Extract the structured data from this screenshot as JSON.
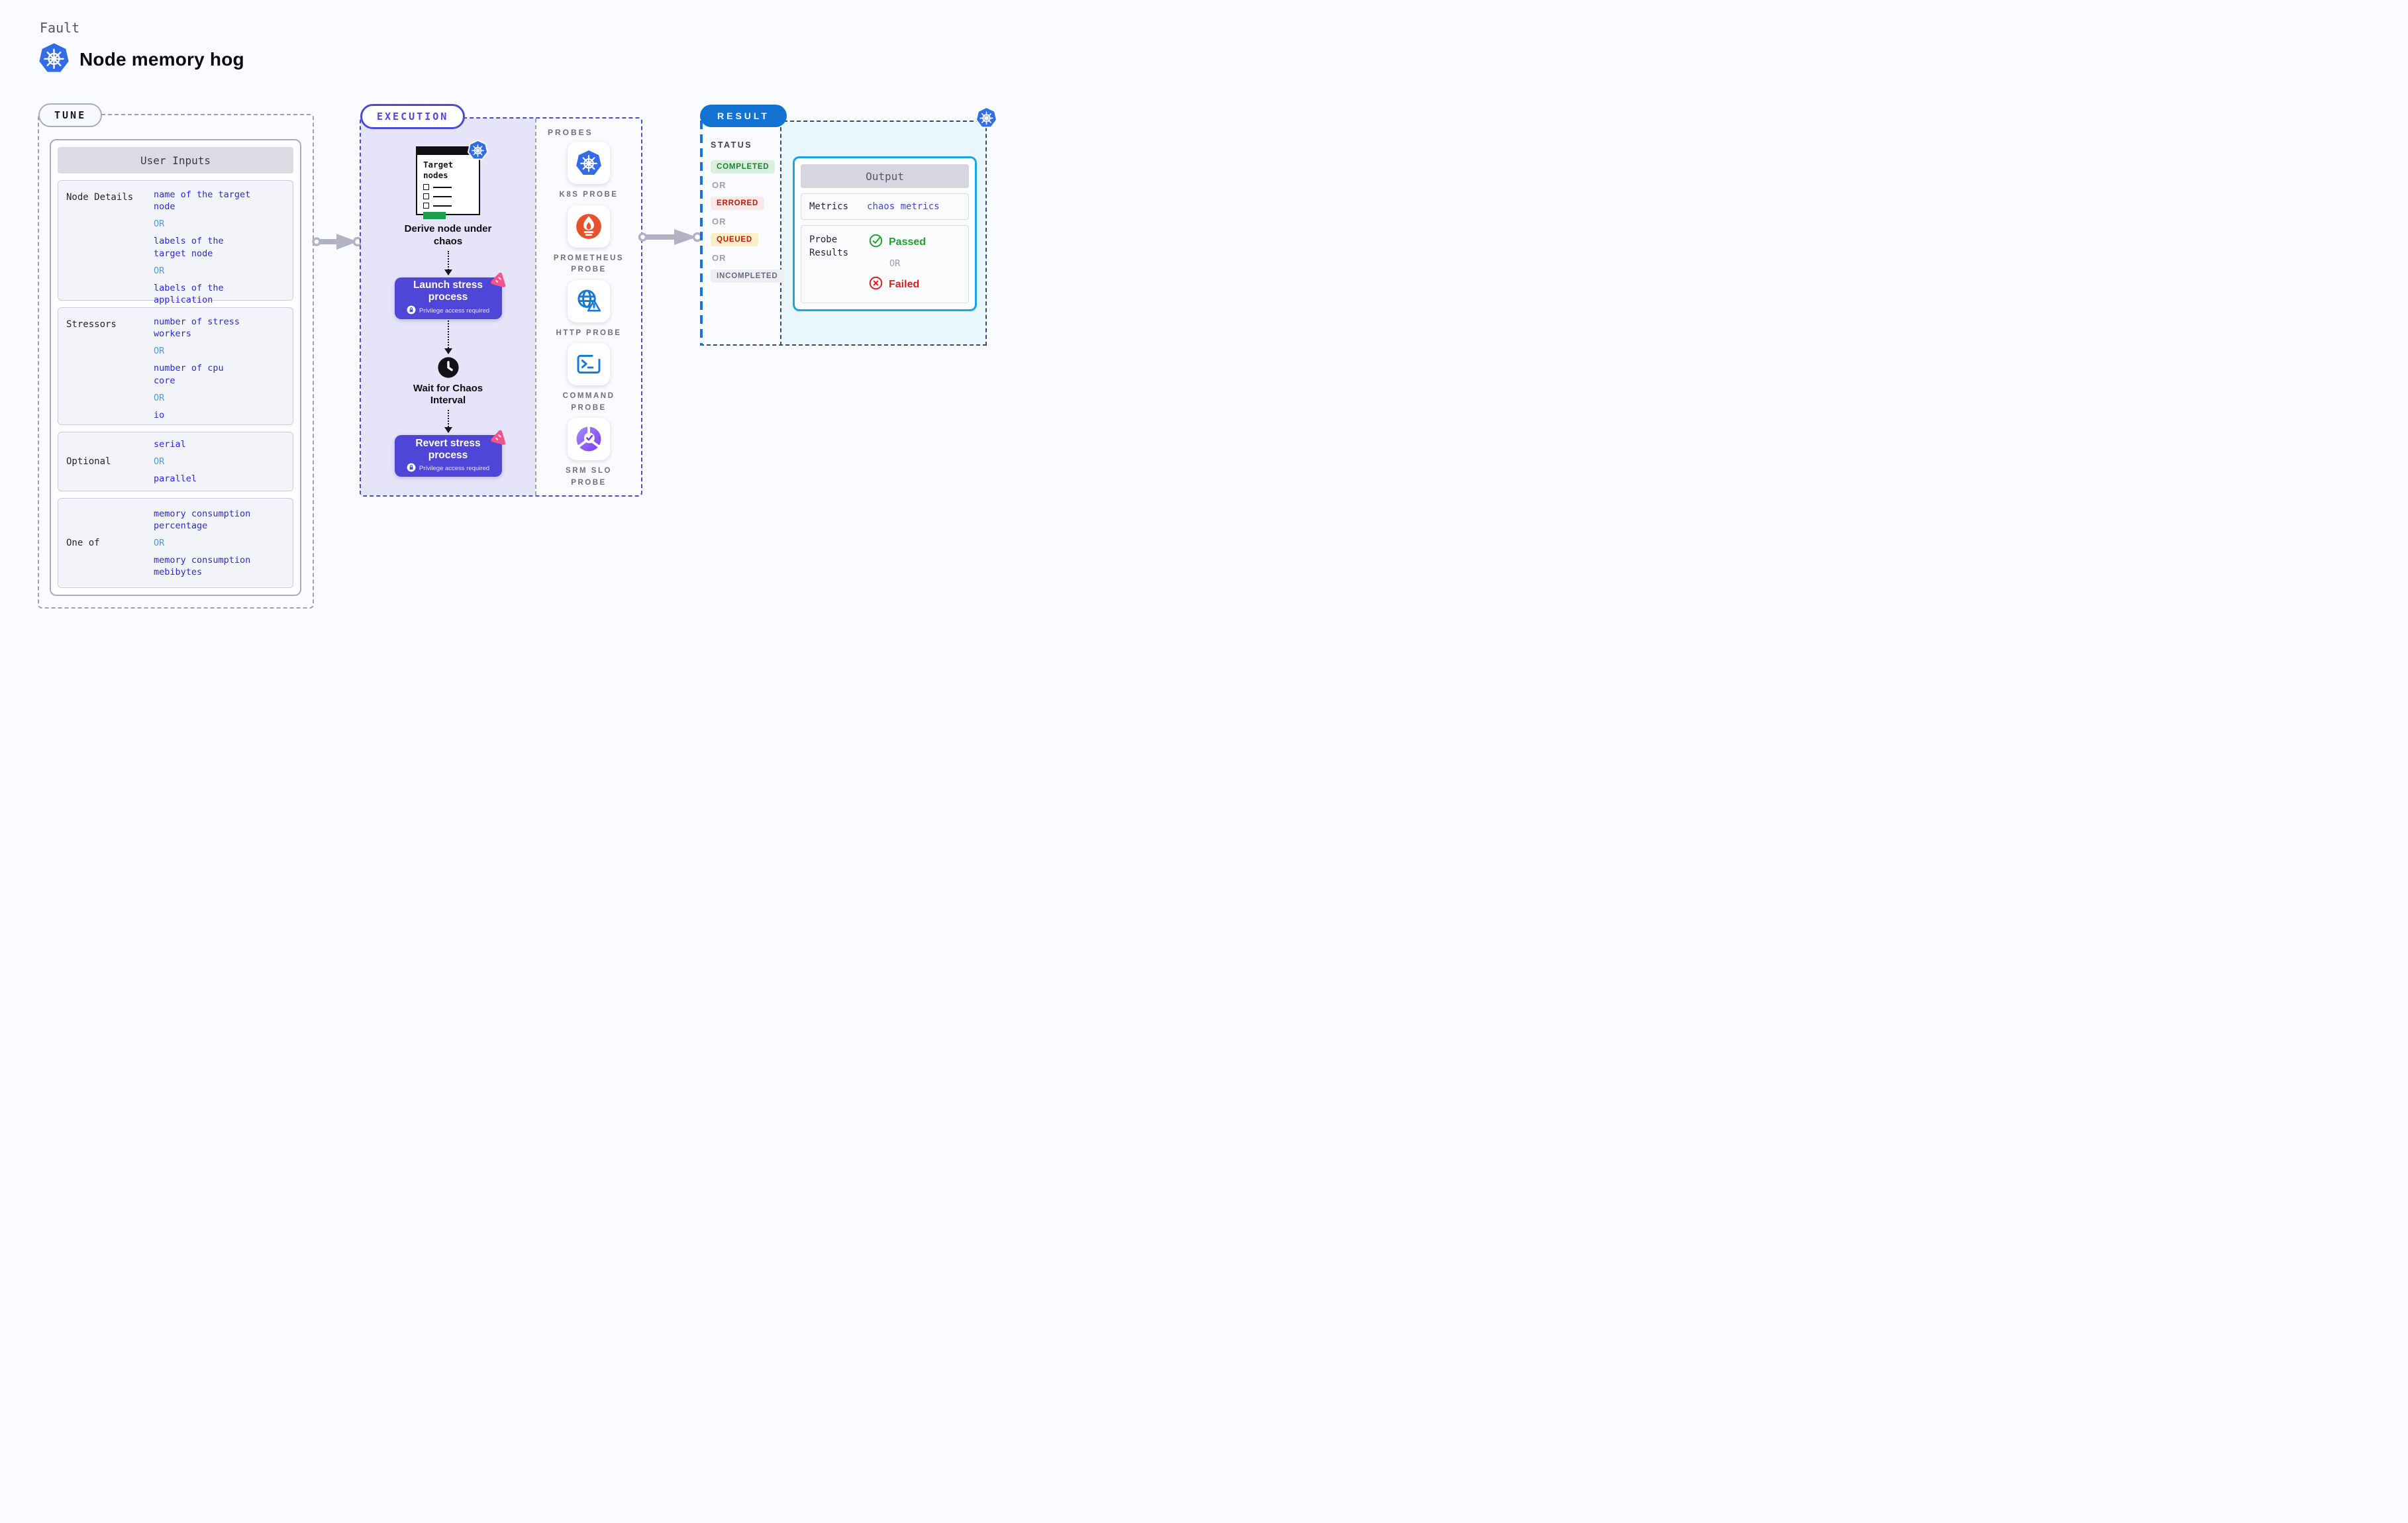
{
  "header": {
    "kind_label": "Fault",
    "title": "Node memory hog"
  },
  "tune": {
    "badge": "TUNE",
    "card_title": "User Inputs",
    "rows": [
      {
        "label": "Node Details",
        "values": [
          "name of the target\nnode",
          "OR",
          "labels of the\ntarget node",
          "OR",
          "labels of the application\nscheduled on target node"
        ]
      },
      {
        "label": "Stressors",
        "values": [
          "number of stress\nworkers",
          "OR",
          "number of cpu\ncore",
          "OR",
          "io"
        ]
      },
      {
        "label": "Optional",
        "values": [
          "serial",
          "OR",
          "parallel"
        ]
      },
      {
        "label": "One of",
        "values": [
          "memory consumption\npercentage",
          "OR",
          "memory consumption\nmebibytes"
        ]
      }
    ]
  },
  "execution": {
    "badge": "EXECUTION",
    "target_card_title": "Target nodes",
    "derive_label": "Derive node under chaos",
    "launch": {
      "title": "Launch stress process",
      "subtitle": "Privilege access required"
    },
    "wait_label": "Wait for Chaos Interval",
    "revert": {
      "title": "Revert stress process",
      "subtitle": "Privilege access required"
    }
  },
  "probes": {
    "header": "PROBES",
    "items": [
      {
        "icon": "k8s-probe-icon",
        "label": "K8S PROBE"
      },
      {
        "icon": "prometheus-probe-icon",
        "label": "PROMETHEUS PROBE"
      },
      {
        "icon": "http-probe-icon",
        "label": "HTTP PROBE"
      },
      {
        "icon": "command-probe-icon",
        "label": "COMMAND PROBE"
      },
      {
        "icon": "srm-slo-probe-icon",
        "label": "SRM SLO PROBE"
      }
    ]
  },
  "result": {
    "badge": "RESULT",
    "status": {
      "header": "STATUS",
      "items": [
        "COMPLETED",
        "OR",
        "ERRORED",
        "OR",
        "QUEUED",
        "OR",
        "INCOMPLETED"
      ]
    },
    "output": {
      "title": "Output",
      "metrics_label": "Metrics",
      "metrics_value": "chaos metrics",
      "probe_results_label": "Probe Results",
      "passed": "Passed",
      "or": "OR",
      "failed": "Failed"
    }
  },
  "icons": {
    "kubernetes-icon": "blue heptagon with white ship wheel",
    "litmus-chaos-icon": "pink rounded triangle",
    "lock-icon": "white circle with lock",
    "clock-icon": "black circle clock",
    "check-circle-icon": "green circled check",
    "x-circle-icon": "red circled x",
    "arrow-right-icon": "grey connector arrow"
  },
  "colors": {
    "background": "#fafbfe",
    "tune_dash": "#9da1ad",
    "execution_accent": "#4b48db",
    "execution_fill": "#e5e4f9",
    "button_indigo": "#4f46d7",
    "litmus_pink": "#f2558c",
    "kubernetes_blue": "#336de6",
    "probe_icon_blue": "#1778d3",
    "prometheus_orange": "#e6522c",
    "srm_purple": "#7c3aed",
    "result_blue": "#1273d2",
    "output_border_cyan": "#17a8e1",
    "result_fill_cyan": "#e9f6fb",
    "value_blue": "#2b28e0",
    "or_blue": "#4d9af3",
    "completed_green": "#1d7e33",
    "errored_red": "#c4180c",
    "passed_green": "#1fa12e",
    "failed_red": "#db1e1e",
    "target_green": "#1e9e50"
  }
}
